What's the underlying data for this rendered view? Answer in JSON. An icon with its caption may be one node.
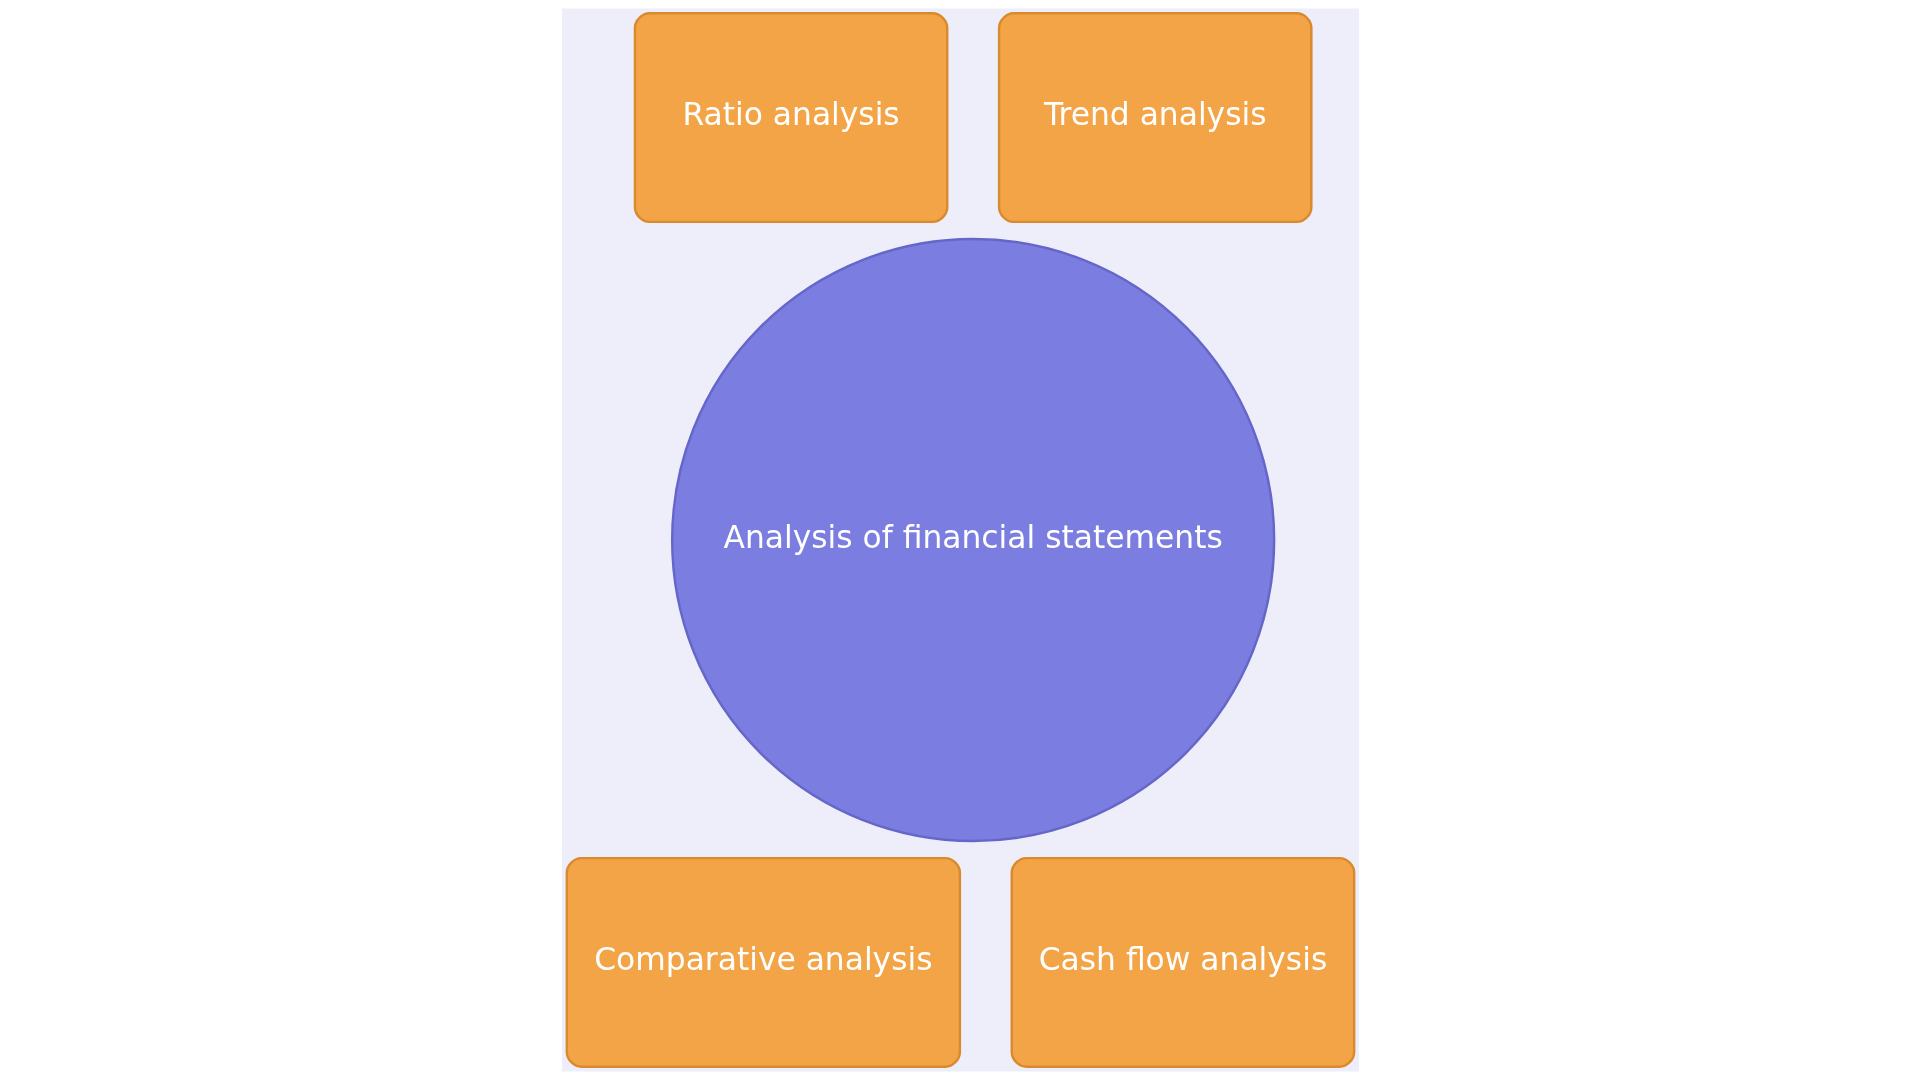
{
  "diagram": {
    "nodes": [
      {
        "text": [
          "Ratio analysis"
        ]
      },
      {
        "text": [
          "Trend analysis"
        ]
      },
      {
        "text": [
          "Analysis of financial statements"
        ]
      },
      {
        "text": [
          "Comparative analysis"
        ]
      },
      {
        "text": [
          "Cash flow analysis"
        ]
      }
    ]
  }
}
